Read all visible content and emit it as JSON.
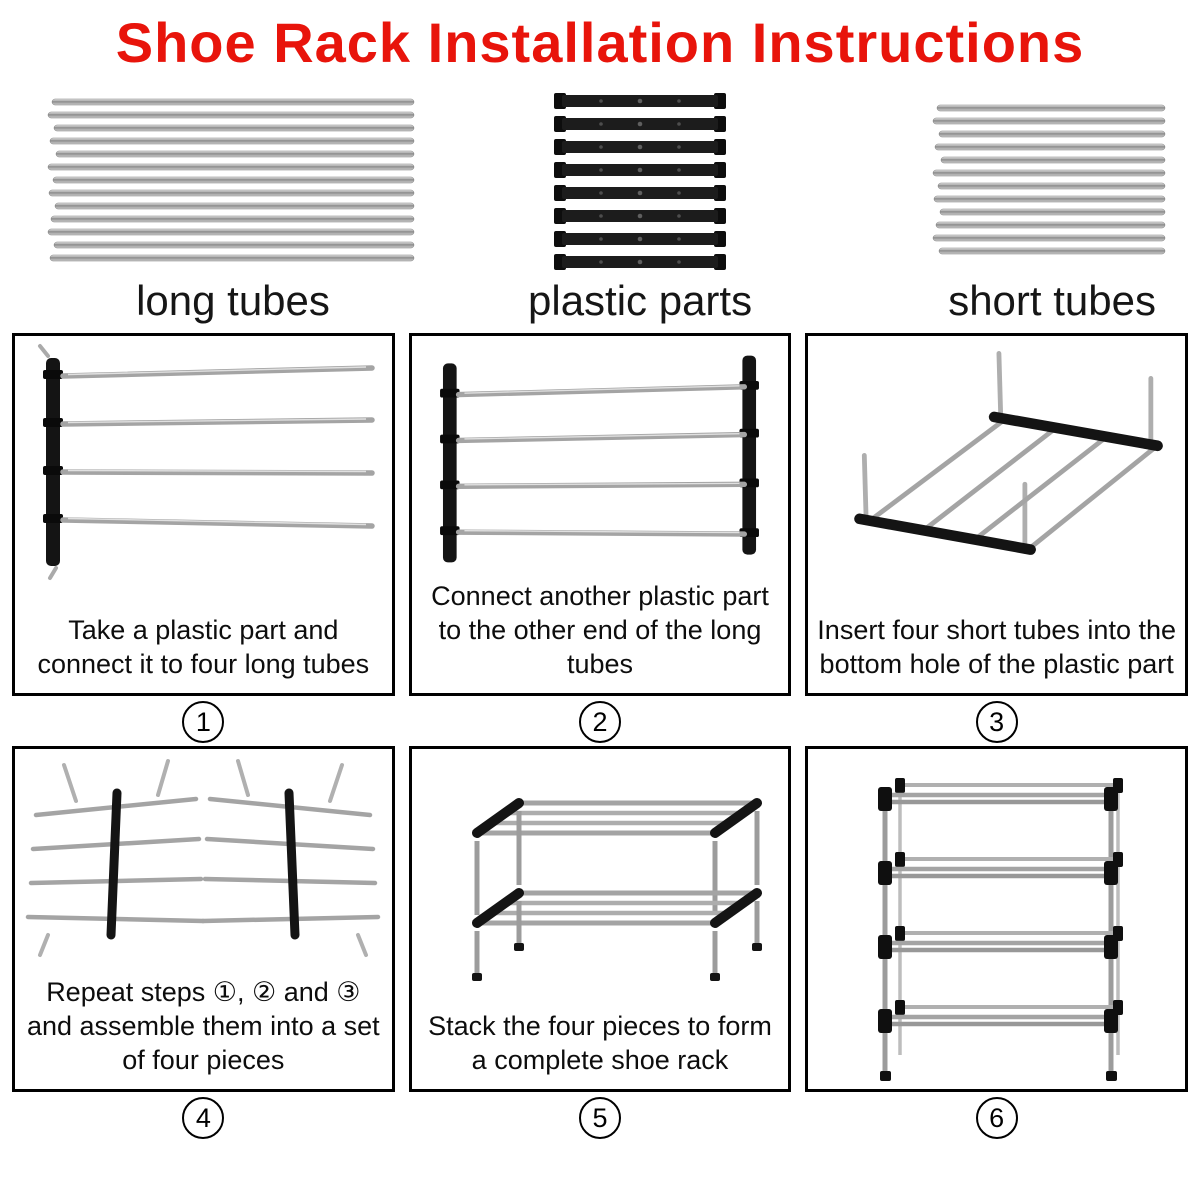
{
  "title": "Shoe Rack Installation Instructions",
  "parts": [
    {
      "id": "long-tubes",
      "label": "long tubes"
    },
    {
      "id": "plastic-parts",
      "label": "plastic parts"
    },
    {
      "id": "short-tubes",
      "label": "short tubes"
    }
  ],
  "steps": [
    {
      "number": "1",
      "caption": "Take a plastic part and connect it to four long tubes"
    },
    {
      "number": "2",
      "caption": "Connect another plastic part to the other end of the long tubes"
    },
    {
      "number": "3",
      "caption": "Insert four short tubes into the bottom hole of the plastic part"
    },
    {
      "number": "4",
      "caption": "Repeat steps ①, ② and ③ and assemble them into a set of four pieces"
    },
    {
      "number": "5",
      "caption": "Stack the four pieces to form a complete shoe rack"
    },
    {
      "number": "6",
      "caption": ""
    }
  ],
  "colors": {
    "title": "#e8140b",
    "box_border": "#000000",
    "tube": "#a4a4a4",
    "plastic": "#141414"
  }
}
